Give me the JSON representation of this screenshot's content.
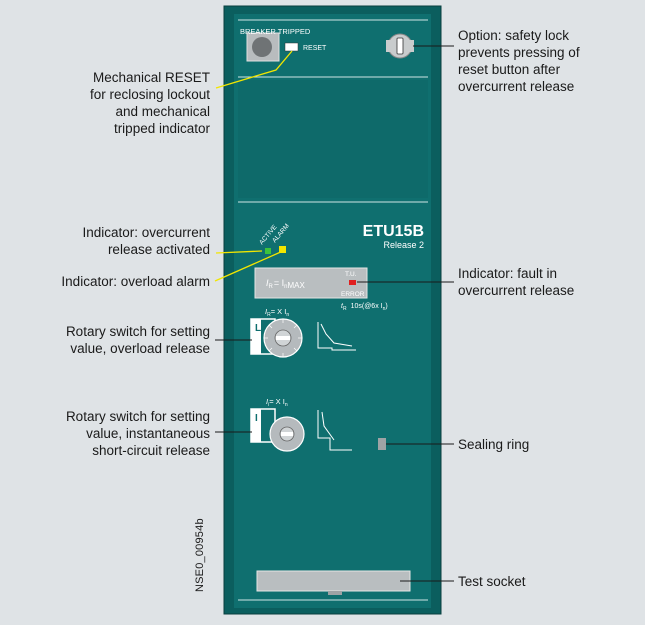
{
  "device": {
    "breaker_tripped_label": "BREAKER TRIPPED",
    "reset_label": "RESET",
    "model": "ETU15B",
    "release": "Release 2",
    "active_label": "ACTIVE",
    "alarm_label": "ALARM",
    "display_formula": "I",
    "display_eq": "= I",
    "display_max": "MAX",
    "tu_label": "T.U.",
    "error_label": "ERROR",
    "tr_label": "10s(@6x I",
    "switch_L": "L",
    "switch_L_label": "I",
    "switch_L_mult": "= X I",
    "switch_I": "I",
    "switch_I_mult": "= X I",
    "colors": {
      "panel": "#0d6b6b",
      "panel_dark": "#0a5858",
      "alarm_yellow": "#f2e600",
      "active_green": "#3cc43c",
      "error_red": "#e02020"
    }
  },
  "callouts": {
    "safety_lock": "Option: safety lock\nprevents pressing of\nreset button after\novercurrent release",
    "mech_reset": "Mechanical RESET\nfor reclosing lockout\nand mechanical\ntripped indicator",
    "overcurrent_activated": "Indicator: overcurrent\nrelease activated",
    "overload_alarm": "Indicator: overload alarm",
    "fault": "Indicator: fault in\novercurrent release",
    "rotary_overload": "Rotary switch for setting\nvalue, overload release",
    "rotary_instant": "Rotary switch for setting\nvalue, instantaneous\nshort-circuit release",
    "sealing_ring": "Sealing ring",
    "test_socket": "Test socket"
  },
  "doc_id": "NSE0_00954b"
}
